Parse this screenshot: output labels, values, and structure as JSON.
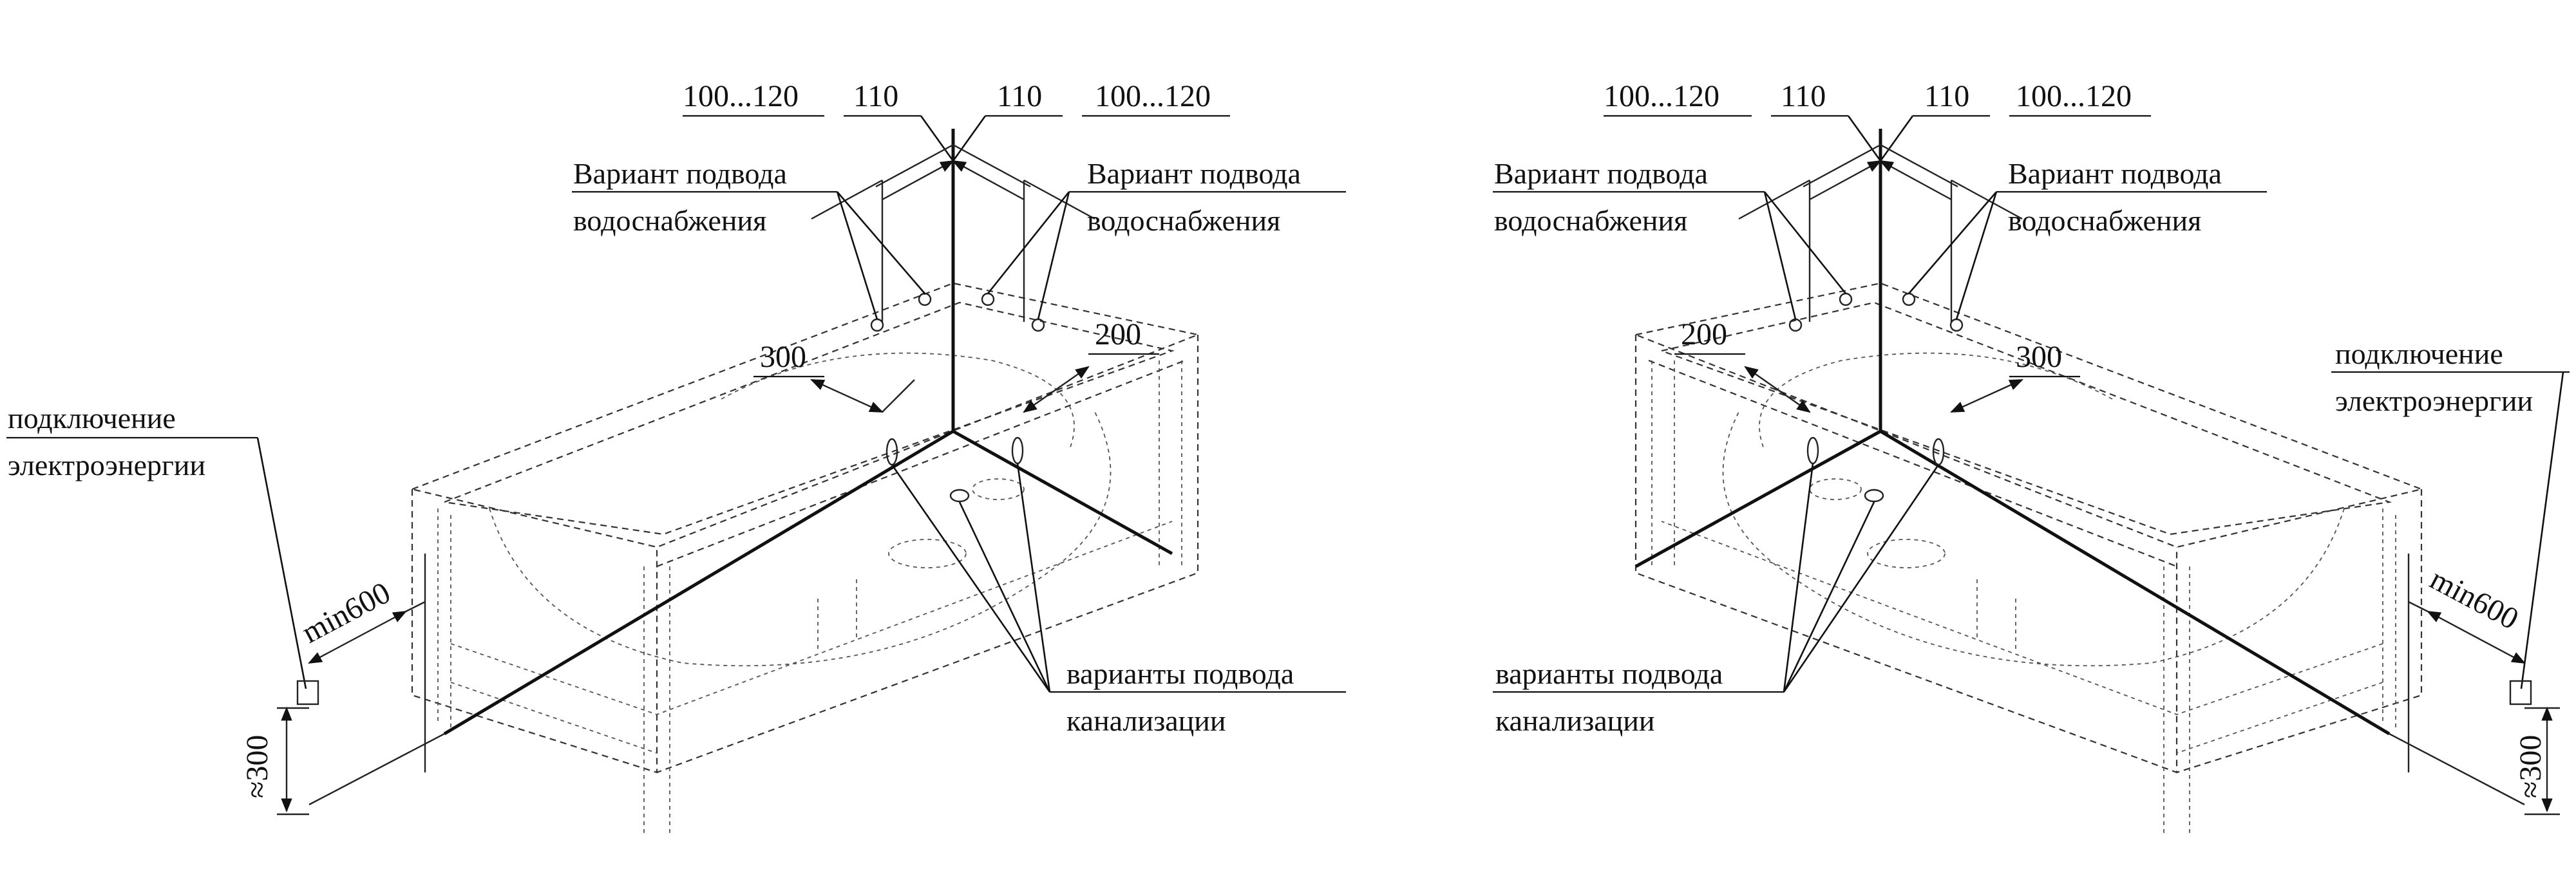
{
  "left_view": {
    "dims_top": [
      "100...120",
      "110",
      "110",
      "100...120"
    ],
    "water_label_left": [
      "Вариант подвода",
      "водоснабжения"
    ],
    "water_label_right": [
      "Вариант подвода",
      "водоснабжения"
    ],
    "dim_300": "300",
    "dim_200": "200",
    "power_label": [
      "подключение",
      "электроэнергии"
    ],
    "dim_min600": "min600",
    "dim_approx300": "≈300",
    "drain_label": [
      "варианты подвода",
      "канализации"
    ]
  },
  "right_view": {
    "dims_top": [
      "100...120",
      "110",
      "110",
      "100...120"
    ],
    "water_label_left": [
      "Вариант подвода",
      "водоснабжения"
    ],
    "water_label_right": [
      "Вариант подвода",
      "водоснабжения"
    ],
    "dim_200": "200",
    "dim_300": "300",
    "power_label": [
      "подключение",
      "электроэнергии"
    ],
    "dim_min600": "min600",
    "dim_approx300": "≈300",
    "drain_label": [
      "варианты подвода",
      "канализации"
    ]
  }
}
